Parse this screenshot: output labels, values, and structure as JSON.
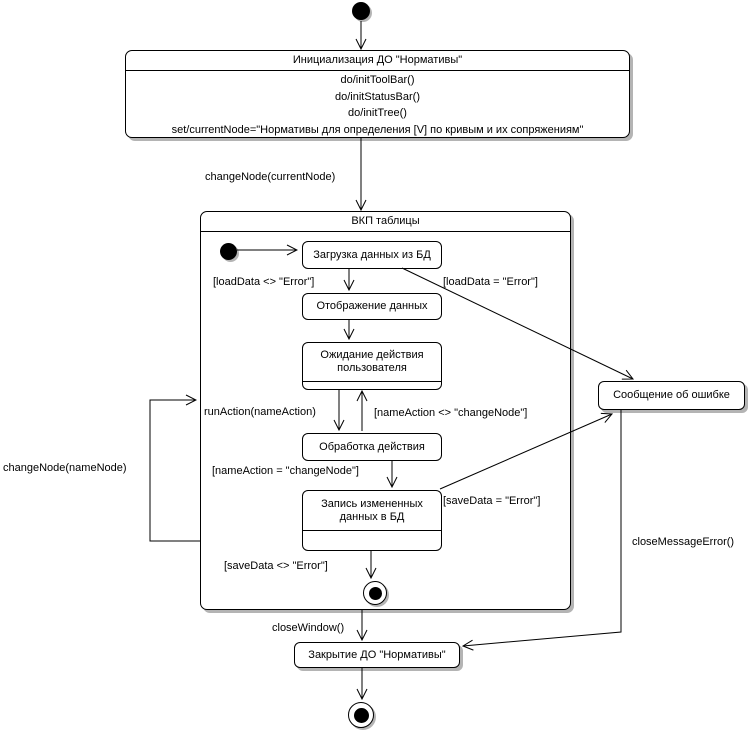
{
  "nodes": {
    "init_state": {
      "title": "Инициализация ДО \"Нормативы\"",
      "actions": [
        "do/initToolBar()",
        "do/initStatusBar()",
        "do/initTree()",
        "set/currentNode=\"Нормативы для определения [V] по кривым и их сопряжениям\""
      ]
    },
    "composite_state": {
      "title": "ВКП таблицы"
    },
    "load_state": {
      "label": "Загрузка данных из БД"
    },
    "display_state": {
      "label": "Отображение данных"
    },
    "wait_state": {
      "label": "Ожидание действия\nпользователя"
    },
    "process_state": {
      "label": "Обработка действия"
    },
    "save_state": {
      "label": "Запись измененных\nданных в БД"
    },
    "error_state": {
      "label": "Сообщение об ошибке"
    },
    "close_state": {
      "label": "Закрытие ДО \"Нормативы\""
    }
  },
  "transitions": {
    "change_node_current": "changeNode(currentNode)",
    "load_ok": "[loadData <> \"Error\"]",
    "load_error": "[loadData = \"Error\"]",
    "run_action": "runAction(nameAction)",
    "name_action_neq": "[nameAction <> \"changeNode\"]",
    "name_action_eq": "[nameAction = \"changeNode\"]",
    "save_error": "[saveData = \"Error\"]",
    "save_ok": "[saveData <> \"Error\"]",
    "close_window": "closeWindow()",
    "close_message_error": "closeMessageError()",
    "change_node_name": "changeNode(nameNode)"
  },
  "colors": {
    "stroke": "#000000",
    "fill": "#ffffff",
    "shadow": "#b4b4b4"
  }
}
